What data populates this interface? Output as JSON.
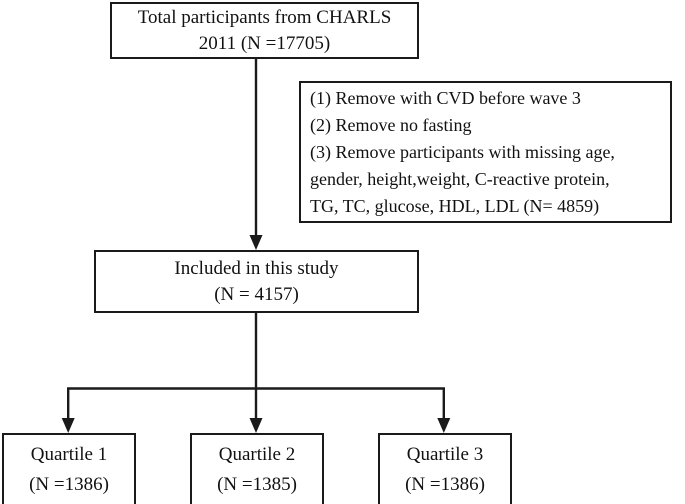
{
  "diagram": {
    "title": "CHARLS 2011 participant flow diagram",
    "type": "flowchart",
    "stroke_color": "#1a1a1a",
    "background_color": "#ffffff"
  },
  "nodes": {
    "total": {
      "name": "total-participants-box",
      "line1": "Total participants  from CHARLS",
      "line2": "2011  (N =17705)",
      "count": 17705
    },
    "exclusions": {
      "name": "exclusion-criteria-box",
      "line1": "(1) Remove with CVD before wave 3",
      "line2": "(2) Remove no fasting",
      "line3": "(3) Remove participants  with missing age,",
      "line4": "gender, height,weight,  C-reactive protein,",
      "line5": "TG, TC, glucose,  HDL, LDL (N= 4859)",
      "count": 4859
    },
    "included": {
      "name": "included-in-study-box",
      "line1": "Included in this study",
      "line2": "(N = 4157)",
      "count": 4157
    },
    "quartiles": [
      {
        "name": "quartile-1-box",
        "label": "Quartile  1",
        "count_label": "(N =1386)",
        "count": 1386
      },
      {
        "name": "quartile-2-box",
        "label": "Quartile  2",
        "count_label": "(N =1385)",
        "count": 1385
      },
      {
        "name": "quartile-3-box",
        "label": "Quartile  3",
        "count_label": "(N =1386)",
        "count": 1386
      }
    ]
  },
  "connectors": {
    "main_arrow": "arrow-total-to-included",
    "split_bar": "branch-bar-to-quartiles",
    "quartile_arrows": [
      "arrow-to-quartile-1",
      "arrow-to-quartile-2",
      "arrow-to-quartile-3"
    ]
  }
}
